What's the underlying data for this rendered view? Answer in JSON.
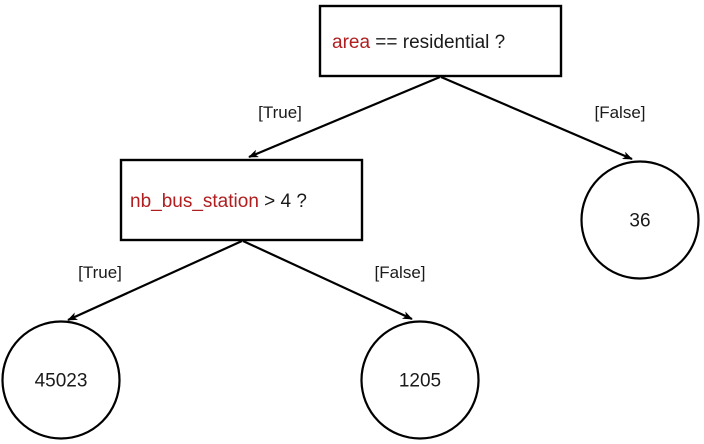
{
  "diagram": {
    "type": "decision-tree",
    "title": "",
    "background_color": "#ffffff",
    "feature_color": "#b01e20",
    "text_color": "#1a1a1a",
    "stroke_color": "#000000"
  },
  "nodes": {
    "root": {
      "kind": "decision",
      "feature": "area",
      "condition": " == residential ?",
      "full_text": "area == residential ?"
    },
    "inner": {
      "kind": "decision",
      "feature": "nb_bus_station",
      "condition": " > 4 ?",
      "full_text": "nb_bus_station > 4 ?"
    },
    "leaf_right": {
      "kind": "leaf",
      "value": "36"
    },
    "leaf_left": {
      "kind": "leaf",
      "value": "45023"
    },
    "leaf_middle": {
      "kind": "leaf",
      "value": "1205"
    }
  },
  "edges": [
    {
      "from": "root",
      "to": "inner",
      "label": "[True]"
    },
    {
      "from": "root",
      "to": "leaf_right",
      "label": "[False]"
    },
    {
      "from": "inner",
      "to": "leaf_left",
      "label": "[True]"
    },
    {
      "from": "inner",
      "to": "leaf_middle",
      "label": "[False]"
    }
  ]
}
